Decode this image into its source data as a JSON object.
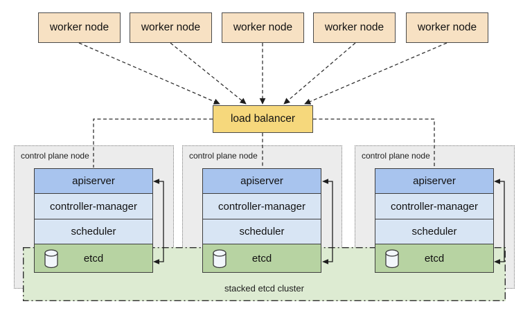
{
  "workers": [
    {
      "label": "worker node"
    },
    {
      "label": "worker node"
    },
    {
      "label": "worker node"
    },
    {
      "label": "worker node"
    },
    {
      "label": "worker node"
    }
  ],
  "load_balancer": {
    "label": "load balancer"
  },
  "control_plane_nodes": [
    {
      "label": "control plane node",
      "components": [
        {
          "label": "apiserver"
        },
        {
          "label": "controller-manager"
        },
        {
          "label": "scheduler"
        },
        {
          "label": "etcd"
        }
      ]
    },
    {
      "label": "control plane node",
      "components": [
        {
          "label": "apiserver"
        },
        {
          "label": "controller-manager"
        },
        {
          "label": "scheduler"
        },
        {
          "label": "etcd"
        }
      ]
    },
    {
      "label": "control plane node",
      "components": [
        {
          "label": "apiserver"
        },
        {
          "label": "controller-manager"
        },
        {
          "label": "scheduler"
        },
        {
          "label": "etcd"
        }
      ]
    }
  ],
  "etcd_cluster": {
    "label": "stacked etcd cluster"
  },
  "colors": {
    "worker_fill": "#f7e1c3",
    "lb_fill": "#f6d87c",
    "apiserver_fill": "#a8c4ee",
    "component_fill": "#d8e5f4",
    "etcd_fill": "#b7d3a2",
    "cluster_fill": "#ddebd2",
    "node_fill": "#ececec"
  }
}
